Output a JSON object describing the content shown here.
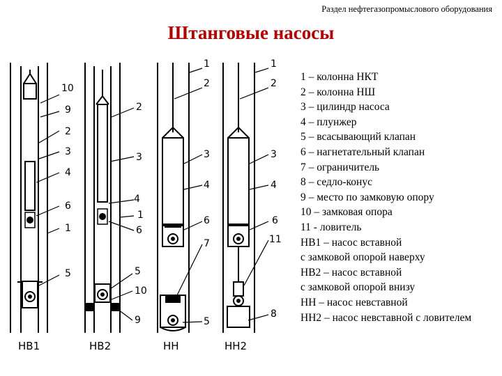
{
  "header": "Раздел нефтегазопромыслового оборудования",
  "title": "Штанговые насосы",
  "legend": [
    "1 – колонна НКТ",
    "2 – колонна НШ",
    "3 – цилиндр насоса",
    "4 – плунжер",
    "5 – всасывающий клапан",
    "6 – нагнетательный клапан",
    "7 – ограничитель",
    "8 – седло-конус",
    "9 – место по замковую опору",
    "10 – замковая опора",
    "11 -  ловитель",
    "НВ1 – насос вставной",
    "с замковой опорой наверху",
    "НВ2 – насос вставной",
    "с замковой опорой внизу",
    "НН – насос невставной",
    "НН2 – насос невставной с ловителем"
  ],
  "pumps": [
    {
      "caption": "НВ1",
      "labels": [
        "10",
        "9",
        "2",
        "3",
        "4",
        "6",
        "1",
        "5"
      ]
    },
    {
      "caption": "НВ2",
      "labels": [
        "2",
        "3",
        "4",
        "1",
        "6",
        "5",
        "10",
        "9"
      ]
    },
    {
      "caption": "НН",
      "labels": [
        "1",
        "2",
        "3",
        "4",
        "6",
        "7",
        "5"
      ]
    },
    {
      "caption": "НН2",
      "labels": [
        "1",
        "2",
        "3",
        "4",
        "6",
        "11",
        "8"
      ]
    }
  ]
}
